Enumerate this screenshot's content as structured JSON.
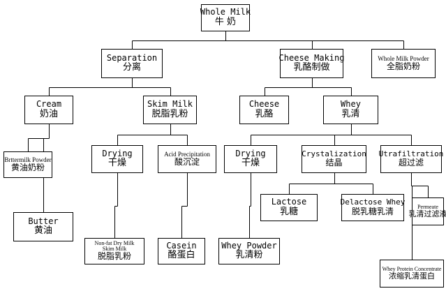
{
  "diagram": {
    "nodes": {
      "whole_milk": {
        "en": "Whole Milk",
        "zh": "牛 奶"
      },
      "separation": {
        "en": "Separation",
        "zh": "分离"
      },
      "cheese_making": {
        "en": "Cheese Making",
        "zh": "乳酪制做"
      },
      "whole_milk_powder": {
        "en": "Whole Milk Powder",
        "zh": "全脂奶粉"
      },
      "cream": {
        "en": "Cream",
        "zh": "奶油"
      },
      "skim_milk": {
        "en": "Skim Milk",
        "zh": "脱脂乳粉"
      },
      "cheese": {
        "en": "Cheese",
        "zh": "乳酪"
      },
      "whey": {
        "en": "Whey",
        "zh": "乳清"
      },
      "buttermilk_powder": {
        "en": "Brttermilk Powder",
        "zh": "黄油奶粉"
      },
      "drying_left": {
        "en": "Drying",
        "zh": "干燥"
      },
      "acid_precipitation": {
        "en": "Acid Precipitation",
        "zh": "酸沉淀"
      },
      "drying_right": {
        "en": "Drying",
        "zh": "干燥"
      },
      "crystalization": {
        "en": "Crystalization",
        "zh": "结晶"
      },
      "utrafiltration": {
        "en": "Utrafiltration",
        "zh": "超过滤"
      },
      "butter": {
        "en": "Butter",
        "zh": "黄油"
      },
      "lactose": {
        "en": "Lactose",
        "zh": "乳糖"
      },
      "delactose_whey": {
        "en": "Delactose Whey",
        "zh": "脱乳糖乳清"
      },
      "permeate": {
        "en": "Permeate",
        "zh": "乳清过滤液"
      },
      "nonfat_dry_milk": {
        "en1": "Non-fat Dry Milk",
        "en2": "Skim Milk",
        "zh": "脱脂乳粉"
      },
      "casein": {
        "en": "Casein",
        "zh": "酪蛋白"
      },
      "whey_powder": {
        "en": "Whey Powder",
        "zh": "乳清粉"
      },
      "whey_protein_concentrate": {
        "en": "Whey Protein Concentrate",
        "zh": "浓缩乳清蛋白"
      }
    },
    "edges": [
      [
        "whole_milk",
        "separation"
      ],
      [
        "whole_milk",
        "cheese_making"
      ],
      [
        "whole_milk",
        "whole_milk_powder"
      ],
      [
        "separation",
        "cream"
      ],
      [
        "separation",
        "skim_milk"
      ],
      [
        "cheese_making",
        "cheese"
      ],
      [
        "cheese_making",
        "whey"
      ],
      [
        "cream",
        "buttermilk_powder"
      ],
      [
        "cream",
        "butter"
      ],
      [
        "skim_milk",
        "drying_left"
      ],
      [
        "skim_milk",
        "acid_precipitation"
      ],
      [
        "drying_left",
        "nonfat_dry_milk"
      ],
      [
        "acid_precipitation",
        "casein"
      ],
      [
        "whey",
        "drying_right"
      ],
      [
        "whey",
        "crystalization"
      ],
      [
        "whey",
        "utrafiltration"
      ],
      [
        "drying_right",
        "whey_powder"
      ],
      [
        "crystalization",
        "lactose"
      ],
      [
        "crystalization",
        "delactose_whey"
      ],
      [
        "utrafiltration",
        "permeate"
      ],
      [
        "utrafiltration",
        "whey_protein_concentrate"
      ]
    ]
  }
}
